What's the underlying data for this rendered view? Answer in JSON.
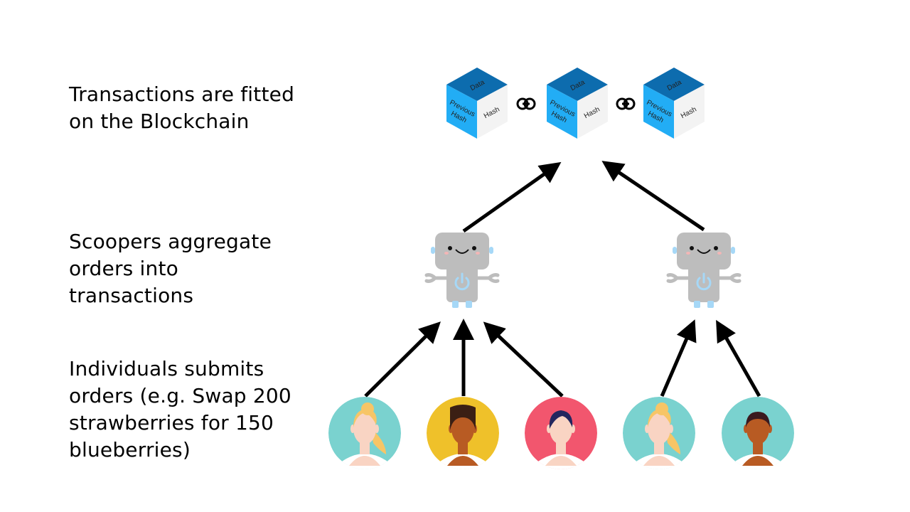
{
  "labels": {
    "blockchain": "Transactions are fitted\non the Blockchain",
    "scoopers": "Scoopers aggregate\norders into\ntransactions",
    "individuals": "Individuals submits\norders (e.g. Swap 200\nstrawberries for 150\nblueberries)"
  },
  "block": {
    "top_face": "Data",
    "left_face_line1": "Previous",
    "left_face_line2": "Hash",
    "right_face": "Hash"
  },
  "blocks_count": 3,
  "links_count": 2,
  "scoopers_count": 2,
  "users": [
    {
      "bg": "#7ad2cf",
      "skin": "#f9d4c3",
      "hair": "#f7c566",
      "style": "bun"
    },
    {
      "bg": "#efc12a",
      "skin": "#b85b23",
      "hair": "#3b1f14",
      "style": "curly"
    },
    {
      "bg": "#f2566e",
      "skin": "#f9d4c3",
      "hair": "#23265e",
      "style": "short"
    },
    {
      "bg": "#7ad2cf",
      "skin": "#f9d4c3",
      "hair": "#f7c566",
      "style": "bun"
    },
    {
      "bg": "#7ad2cf",
      "skin": "#b85b23",
      "hair": "#3b1a1f",
      "style": "short-dark"
    }
  ],
  "colors": {
    "cube_top": "#0d6cae",
    "cube_left": "#22adf5",
    "cube_right": "#f3f3f3",
    "robot_body": "#bdbdbd",
    "robot_accent": "#a6d8f7",
    "arrow": "#000000"
  }
}
